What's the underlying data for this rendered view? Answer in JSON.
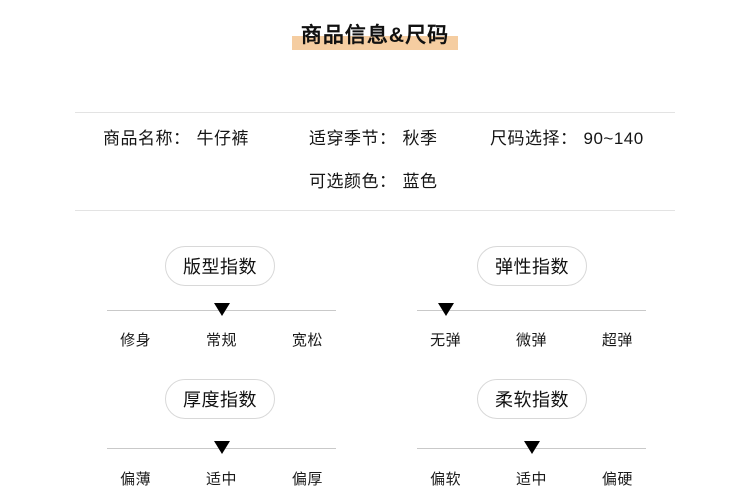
{
  "colors": {
    "accent_highlight": "#f5cda1",
    "divider": "#e3e3e3",
    "scale_line": "#c9c9c9",
    "marker": "#000000"
  },
  "header": {
    "title": "商品信息&尺码"
  },
  "info": {
    "separator": "：",
    "fields": [
      {
        "label": "商品名称",
        "value": "牛仔裤"
      },
      {
        "label": "适穿季节",
        "value": "秋季"
      },
      {
        "label": "尺码选择",
        "value": "90~140"
      },
      {
        "label": "可选颜色",
        "value": "蓝色"
      }
    ]
  },
  "indices": [
    {
      "title": "版型指数",
      "options": [
        "修身",
        "常规",
        "宽松"
      ],
      "selected": 1
    },
    {
      "title": "弹性指数",
      "options": [
        "无弹",
        "微弹",
        "超弹"
      ],
      "selected": 0
    },
    {
      "title": "厚度指数",
      "options": [
        "偏薄",
        "适中",
        "偏厚"
      ],
      "selected": 1
    },
    {
      "title": "柔软指数",
      "options": [
        "偏软",
        "适中",
        "偏硬"
      ],
      "selected": 1
    }
  ]
}
